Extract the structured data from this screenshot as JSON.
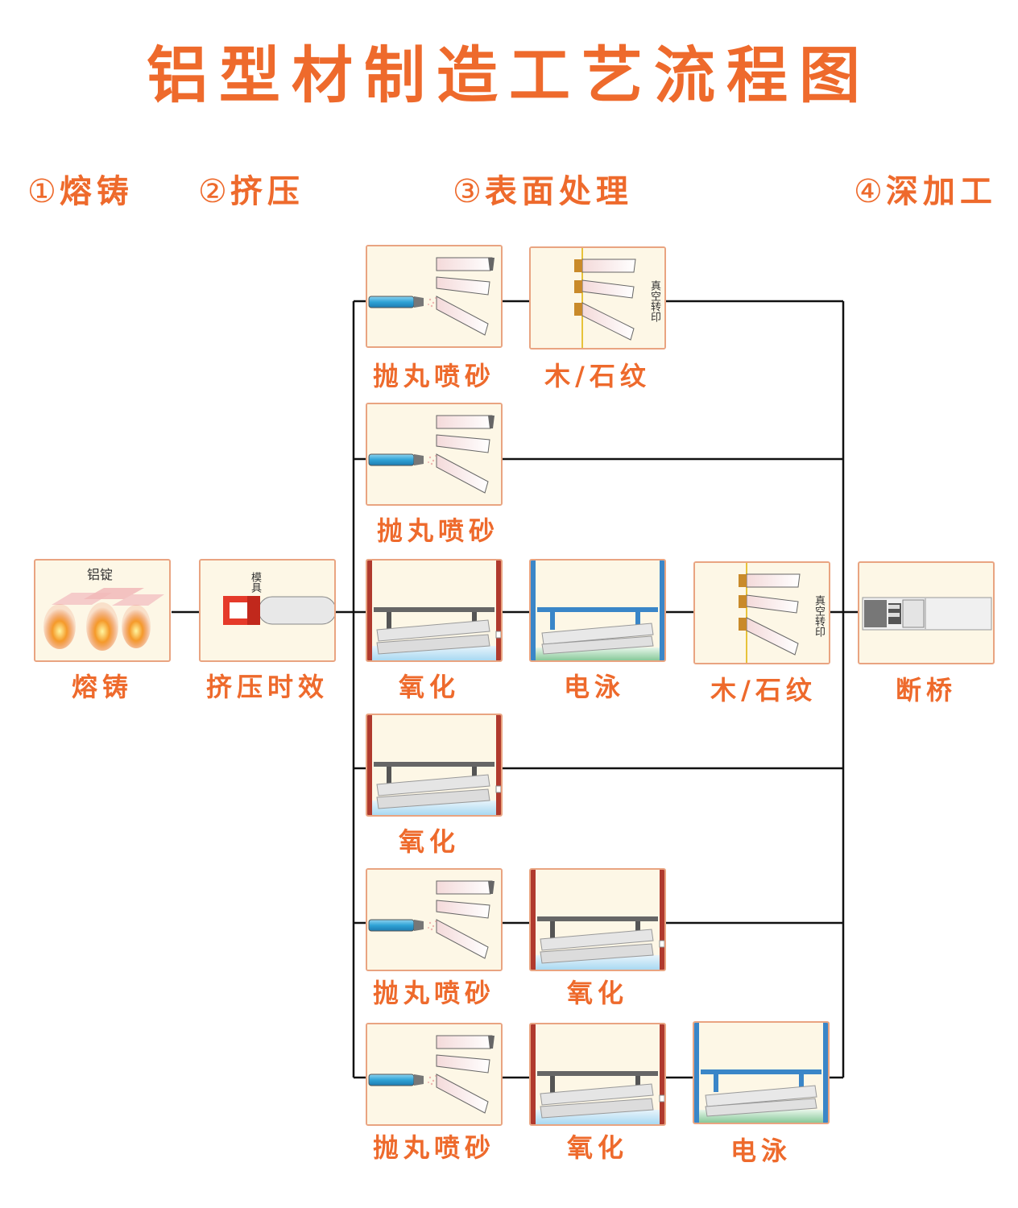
{
  "title": "铝型材制造工艺流程图",
  "stages": [
    {
      "num": "①",
      "label": "熔铸"
    },
    {
      "num": "②",
      "label": "挤压"
    },
    {
      "num": "③",
      "label": "表面处理"
    },
    {
      "num": "④",
      "label": "深加工"
    }
  ],
  "main": {
    "casting": {
      "caption": "熔铸",
      "note": "铝锭"
    },
    "extrusion": {
      "caption": "挤压时效",
      "note": "模具"
    },
    "thermal_break": {
      "caption": "断桥"
    }
  },
  "branches": [
    {
      "steps": [
        {
          "type": "blast",
          "caption": "抛丸喷砂"
        },
        {
          "type": "wood",
          "caption": "木/石纹",
          "note": "真空转印"
        }
      ]
    },
    {
      "steps": [
        {
          "type": "blast",
          "caption": "抛丸喷砂"
        }
      ]
    },
    {
      "steps": [
        {
          "type": "anodize",
          "caption": "氧化"
        },
        {
          "type": "electro",
          "caption": "电泳"
        },
        {
          "type": "wood",
          "caption": "木/石纹",
          "note": "真空转印"
        }
      ]
    },
    {
      "steps": [
        {
          "type": "anodize",
          "caption": "氧化"
        }
      ]
    },
    {
      "steps": [
        {
          "type": "blast",
          "caption": "抛丸喷砂"
        },
        {
          "type": "anodize",
          "caption": "氧化"
        }
      ]
    },
    {
      "steps": [
        {
          "type": "blast",
          "caption": "抛丸喷砂"
        },
        {
          "type": "anodize",
          "caption": "氧化"
        },
        {
          "type": "electro",
          "caption": "电泳"
        }
      ]
    }
  ],
  "colors": {
    "accent": "#ee6a2c",
    "box_border": "#e9a481",
    "box_fill": "#fdf7e6",
    "anodize_frame": "#b03a2e",
    "electro_frame": "#3a86c8",
    "nozzle": "#2fa3d6"
  }
}
